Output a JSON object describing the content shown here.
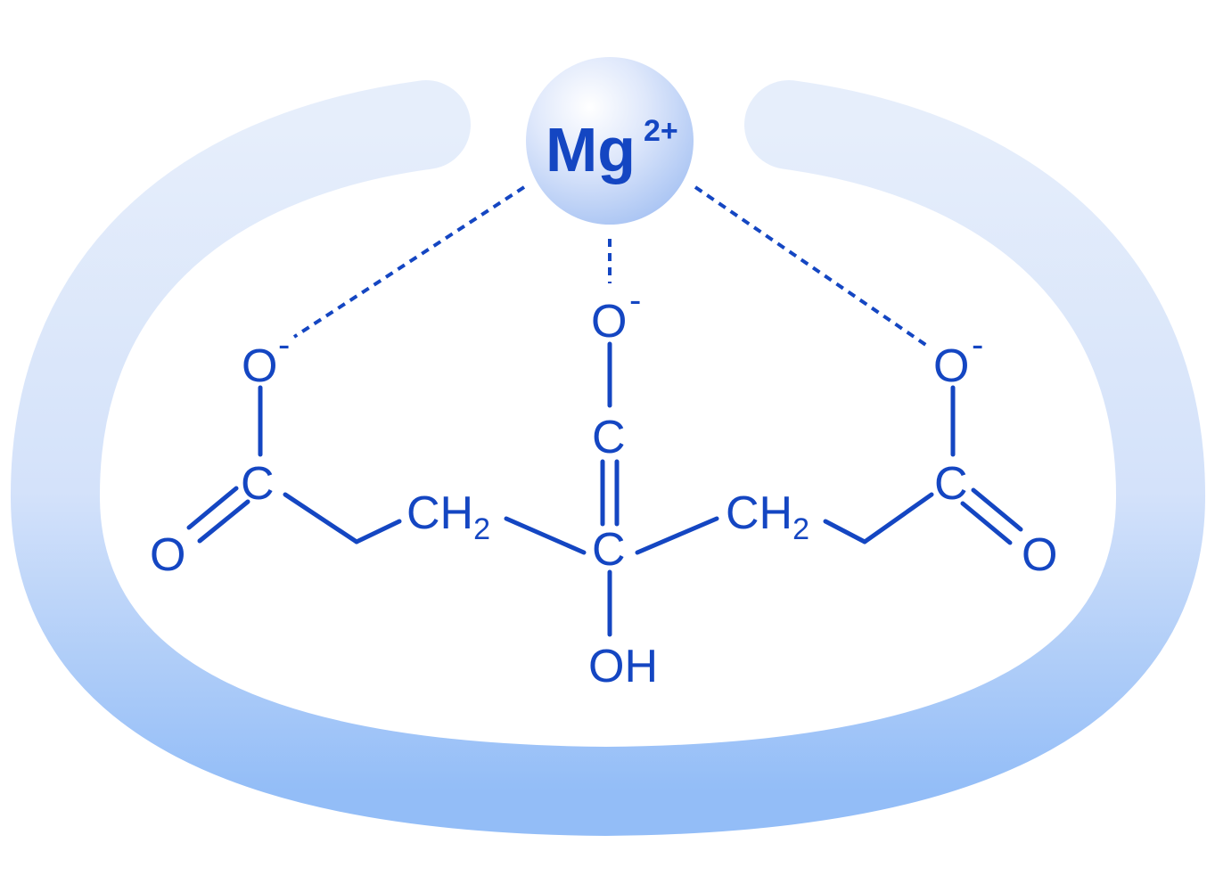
{
  "colors": {
    "ink": "#1446c2",
    "shell_light": "#e4ecfb",
    "shell_dark": "#8fbaf7",
    "ion_fill": "#cddcf8"
  },
  "ion": {
    "symbol": "Mg",
    "charge": "2+"
  },
  "atoms": {
    "o_left_top": "O",
    "o_left_top_charge": "-",
    "c_left": "C",
    "o_left_bottom": "O",
    "ch2_left_base": "CH",
    "ch2_left_sub": "2",
    "o_center_top": "O",
    "o_center_top_charge": "-",
    "c_center_upper": "C",
    "c_center": "C",
    "oh_center": "OH",
    "ch2_right_base": "CH",
    "ch2_right_sub": "2",
    "o_right_top": "O",
    "o_right_top_charge": "-",
    "c_right": "C",
    "o_right_bottom": "O"
  }
}
